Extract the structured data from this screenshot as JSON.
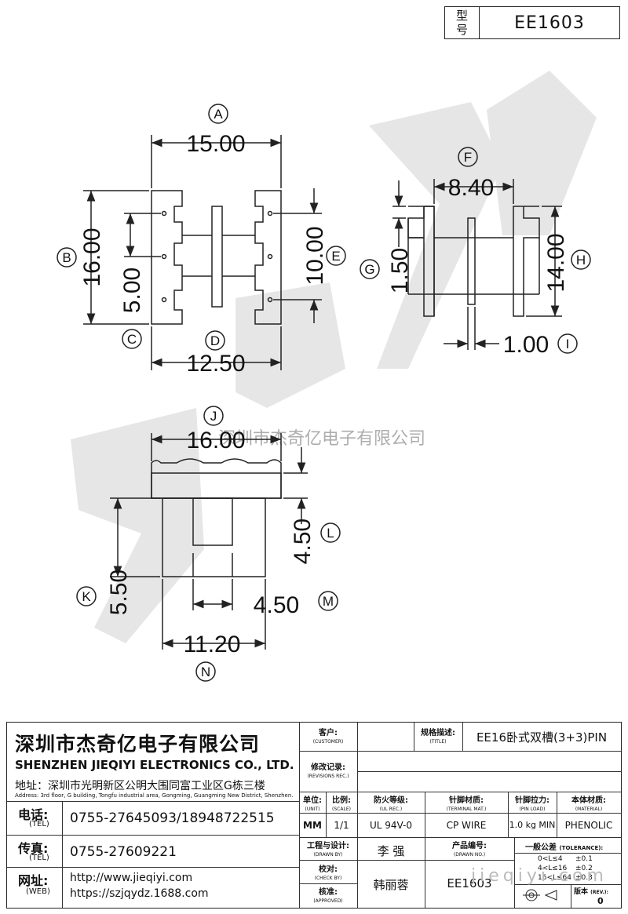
{
  "model": {
    "label": "型号",
    "label_line1": "型",
    "label_line2": "号",
    "value": "EE1603"
  },
  "drawing": {
    "views": {
      "top_left": {
        "letters": [
          "A",
          "B",
          "C",
          "D",
          "E"
        ],
        "dims": [
          "15.00",
          "16.00",
          "5.00",
          "12.50",
          "10.00"
        ]
      },
      "top_right": {
        "letters": [
          "F",
          "G",
          "H",
          "I"
        ],
        "dims": [
          "8.40",
          "1.50",
          "14.00",
          "1.00"
        ]
      },
      "bottom": {
        "letters": [
          "J",
          "K",
          "L",
          "M",
          "N"
        ],
        "dims": [
          "16.00",
          "5.50",
          "4.50",
          "4.50",
          "11.20"
        ]
      }
    },
    "watermark_text": "深圳市杰奇亿电子有限公司",
    "watermark_url": "jieqiyi.com"
  },
  "title_block": {
    "company_cn": "深圳市杰奇亿电子有限公司",
    "company_en": "SHENZHEN JIEQIYI ELECTRONICS CO., LTD.",
    "address_cn": "地址：深圳市光明新区公明大围同富工业区G栋三楼",
    "address_en": "Address: 3rd floor, G building, Tongfu industrial area, Gongming, Guangming New District, Shenzhen.",
    "tel_label": "电话:",
    "tel_label_en": "(TEL)",
    "tel": "0755-27645093/18948722515",
    "fax_label": "传真:",
    "fax_label_en": "(TEL)",
    "fax": "0755-27609221",
    "web_label": "网址:",
    "web_label_en": "(WEB)",
    "web1": "http://www.jieqiyi.com",
    "web2": "https://szjqydz.1688.com",
    "customer_label": "客户:",
    "customer_label_en": "(CUSTOMER)",
    "title_label": "规格描述:",
    "title_label_en": "(TITLE)",
    "title_value": "EE16卧式双槽(3+3)PIN",
    "rev_label": "修改记录:",
    "rev_label_en": "(REVISIONS REC.)",
    "unit_label": "单位:",
    "unit_label_en": "(UNIT)",
    "unit": "MM",
    "scale_label": "比例:",
    "scale_label_en": "(SCALE)",
    "scale": "1/1",
    "ul_label": "防火等级:",
    "ul_label_en": "(UL REC.)",
    "ul": "UL 94V-0",
    "terminal_label": "针脚材质:",
    "terminal_label_en": "(TERMINAL MAT.)",
    "terminal": "CP WIRE",
    "pinload_label": "针脚拉力:",
    "pinload_label_en": "(PIN LOAD)",
    "pinload": "1.0 kg MIN",
    "material_label": "本体材质:",
    "material_label_en": "(MATERIAL)",
    "material": "PHENOLIC",
    "drawn_label": "工程与设计:",
    "drawn_label_en": "(DRAWN BY)",
    "drawn": "李 强",
    "drawnno_label": "产品编号:",
    "drawnno_label_en": "(DRAWN NO.)",
    "drawnno": "EE1603",
    "check_label": "校对:",
    "check_label_en": "(CHECK BY)",
    "check": "韩丽蓉",
    "approved_label": "核准:",
    "approved_label_en": "(APPROVED)",
    "tol_label": "一般公差",
    "tol_label_en": "(TOLERANCE):",
    "tol_rows": [
      [
        "0<L≤4",
        "±0.1"
      ],
      [
        "4<L≤16",
        "±0.2"
      ],
      [
        "16<L≤64",
        "±0.3"
      ]
    ],
    "version_label": "版本",
    "version_label_en": "(REV.):",
    "version": "0"
  }
}
